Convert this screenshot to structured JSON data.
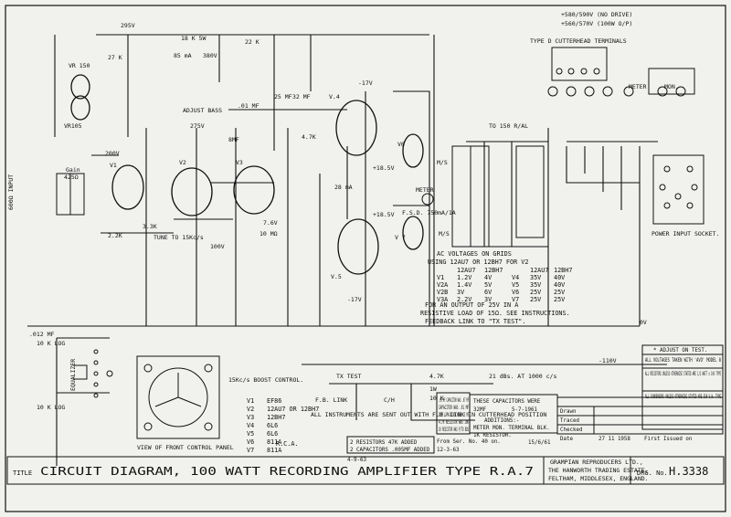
{
  "top_right": {
    "supply_1": "+580/590V (NO DRIVE)",
    "supply_2": "+560/570V (100W O/P)",
    "cutterhead_title": "TYPE D CUTTERHEAD TERMINALS",
    "meter_label": "METER",
    "mon_label": "MON.",
    "power_socket": "POWER INPUT SOCKET.",
    "to_150": "TO 150 R/AL"
  },
  "valves": {
    "v1": "V1",
    "v2": "V2",
    "v3": "V3",
    "v4": "V.4",
    "v5": "V.5",
    "v6": "V6",
    "v7": "V 7",
    "vr150": "VR 150",
    "vr105": "VR105"
  },
  "components": {
    "r_18k": "18 K 5W",
    "r_295v": "295V",
    "r_22k": "22 K",
    "i_85ma": "85 mA",
    "v_380v": "380V",
    "r_27k": "27 K",
    "adjust_bass": "ADJUST BASS",
    "v_200v": "200V",
    "v_275v": "275V",
    "v_17v": "-17V",
    "v_17v_b": "-17V",
    "v_18_5v": "+18.5V",
    "v_18_5v_b": "+18.5V",
    "i_28ma": "28 mA",
    "r_4_7k": "4.7K",
    "r_2_2k": "2.2K",
    "r_10m": "10 MΩ",
    "v_100v": "100V",
    "c_8mf": "8MF",
    "r_3k3": "3.3K",
    "tune": "TUNE TO 15Kc/s",
    "c_01": ".01 MF",
    "c_25mf": "25 MF",
    "c_32mf": "32 MF",
    "v_7_6v": "7.6V",
    "ms": "M/S",
    "ms2": "M/S",
    "meter": "METER",
    "fsd": "F.S.D. 750mA/1A",
    "gain": "Gain",
    "r_425": "425Ω",
    "input": "600Ω INPUT"
  },
  "ac_voltages": {
    "title": "AC VOLTAGES ON GRIDS",
    "subtitle": "USING 12AU7 OR 12BH7 FOR V2",
    "header": [
      "",
      "12AU7",
      "12BH7",
      "",
      "12AU7",
      "12BH7"
    ],
    "rows": [
      [
        "V1",
        "1.2V",
        "4V",
        "V4",
        "35V",
        "40V"
      ],
      [
        "V2A",
        "1.4V",
        "5V",
        "V5",
        "35V",
        "40V"
      ],
      [
        "V2B",
        "3V",
        "6V",
        "V6",
        "25V",
        "25V"
      ],
      [
        "V3A",
        "2.2V",
        "3V",
        "V7",
        "25V",
        "25V"
      ]
    ],
    "note_1": "FOR AN OUTPUT OF 25V IN A",
    "note_2": "RESISTIVE LOAD OF 15Ω. SEE INSTRUCTIONS.",
    "note_3": "FEEDBACK LINK TO \"TX TEST\"."
  },
  "notes": {
    "adjust": "* ADJUST ON TEST.",
    "avo": "ALL VOLTAGES TAKEN WITH 'AVO' MODEL 8",
    "resistors": "ALL RESISTORS UNLESS OTHERWISE STATED ARE 1/2 WATT ± 10% TYPE",
    "condensers": "ALL CONDENSERS UNLESS OTHERWISE STATED ARE 350 V.W. TYPE",
    "ov": "0V",
    "minus_110": "-110V",
    "boost": "15Kc/s BOOST CONTROL.",
    "front_view": "VIEW OF FRONT CONTROL PANEL",
    "tx_test": "TX TEST",
    "fb_link": "F.B. LINK",
    "ch": "C/H",
    "r_10k": "10 K",
    "r_1w": "1W",
    "r_4_7k": "4.7K",
    "level": "21 dBs. AT 1000 c/s",
    "instruments": "ALL INSTRUMENTS ARE SENT OUT WITH F.B. LINK IN CUTTERHEAD POSITION",
    "equalizer": "EQUALIZER",
    "log_10k": "10 K LOG",
    "log_10k_b": "10 K LOG",
    "c_012": ".012 MF"
  },
  "valve_types": [
    [
      "V1",
      "EF86"
    ],
    [
      "V2",
      "12AU7 OR 12BH7"
    ],
    [
      "V3",
      "12BH7"
    ],
    [
      "V4",
      "6L6"
    ],
    [
      "V5",
      "6L6"
    ],
    [
      "V6",
      "811A"
    ],
    [
      "V7",
      "811A"
    ]
  ],
  "rca": "R.C.A.",
  "revisions": {
    "rev4": "2 RESISTORS 47K ADDED",
    "rev4b": "2 CAPACITORS .005MF ADDED",
    "rev4_date": "4-9-63",
    "rev3_a": ".05 MF CAPACITOR WAS .07 MF",
    "rev3_b": "CAPACITOR WAS .01 MF",
    "rev3_c": "1 MF CAPACITORS WERE .5 MF",
    "rev3_d": "4.7K RESISTOR WAS 10K",
    "rev3_e": "1K RESISTOR WAS P/TO BDS",
    "rev3_from": "From Ser. No. 40 on.",
    "rev3_date": "12-3-63",
    "rev2": "THESE CAPACITORS WERE",
    "rev2_b": "32MF",
    "rev2_date": "5-7-1961",
    "rev1": "ADDITIONS:-",
    "rev1_b": "METER MON. TERMINAL BLK.",
    "rev1_c": "1K RESISTOR.",
    "rev1_date": "15/6/61"
  },
  "signoff": {
    "drawn_label": "Drawn",
    "traced_label": "Traced",
    "checked_label": "Checked",
    "date_label": "Date",
    "date_value": "27 11 1958",
    "first_issued": "First Issued on"
  },
  "title_block": {
    "title_label": "TITLE",
    "title": "CIRCUIT DIAGRAM, 100 WATT RECORDING AMPLIFIER TYPE R.A.7",
    "company": "GRAMPIAN REPRODUCERS LTD.,",
    "address_1": "THE HANWORTH TRADING ESTATE,",
    "address_2": "FELTHAM, MIDDLESEX, ENGLAND.",
    "drg_label": "DRG. No.",
    "drg_no": "H.3338"
  }
}
